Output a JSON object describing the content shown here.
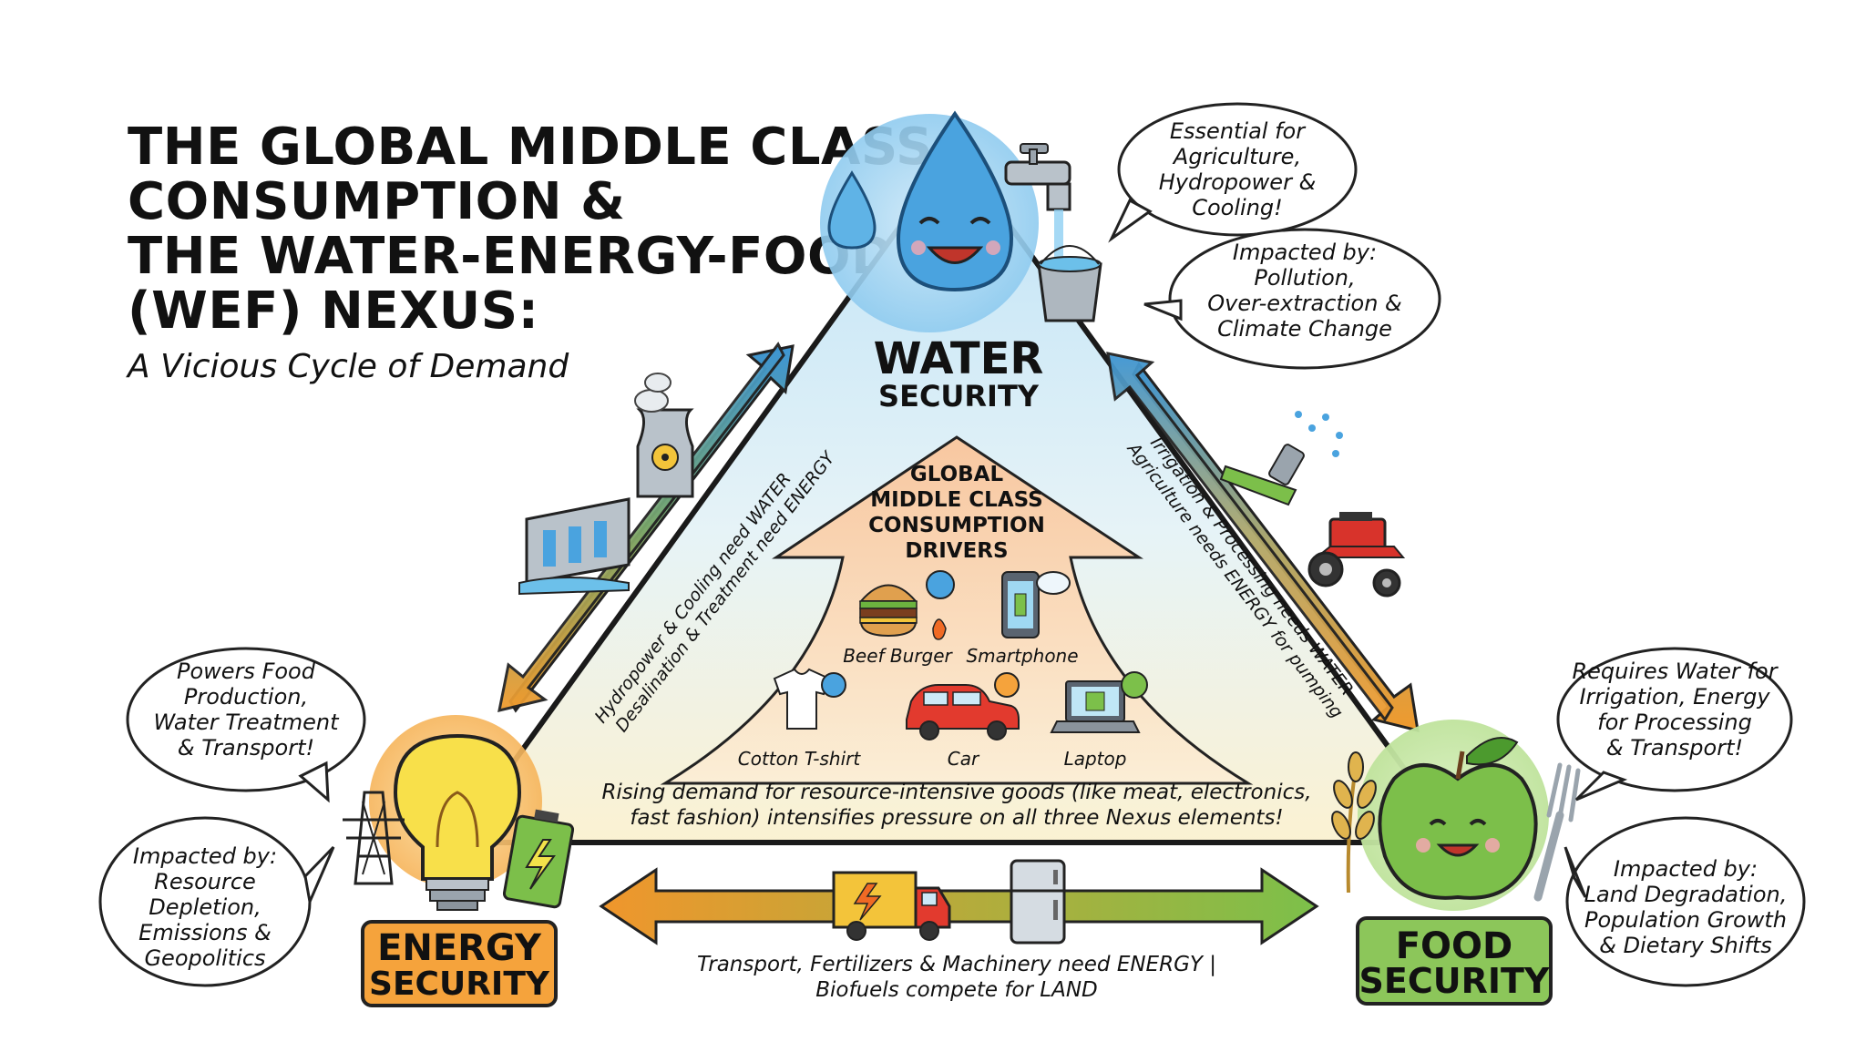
{
  "title": {
    "lines": [
      "THE GLOBAL MIDDLE CLASS",
      "CONSUMPTION &",
      "THE WATER-ENERGY-FOOD",
      "(WEF) NEXUS:"
    ],
    "subtitle": "A Vicious Cycle of Demand"
  },
  "water": {
    "label_line1": "WATER",
    "label_line2": "SECURITY",
    "bubble_essential": [
      "Essential for",
      "Agriculture,",
      "Hydropower &",
      "Cooling!"
    ],
    "bubble_impacted": [
      "Impacted by:",
      "Pollution,",
      "Over-extraction &",
      "Climate Change"
    ]
  },
  "energy": {
    "label_line1": "ENERGY",
    "label_line2": "SECURITY",
    "bubble_powers": [
      "Powers Food",
      "Production,",
      "Water Treatment",
      "& Transport!"
    ],
    "bubble_impacted": [
      "Impacted by:",
      "Resource",
      "Depletion,",
      "Emissions &",
      "Geopolitics"
    ]
  },
  "food": {
    "label_line1": "FOOD",
    "label_line2": "SECURITY",
    "bubble_requires": [
      "Requires Water for",
      "Irrigation, Energy",
      "for Processing",
      "& Transport!"
    ],
    "bubble_impacted": [
      "Impacted by:",
      "Land Degradation,",
      "Population Growth",
      "& Dietary Shifts"
    ]
  },
  "links": {
    "water_energy": [
      "Hydropower & Cooling need WATER",
      "Desalination & Treatment need ENERGY"
    ],
    "water_food": [
      "Irrigation & Processing needs WATER",
      "Agriculture needs ENERGY for pumping"
    ],
    "energy_food": [
      "Transport, Fertilizers & Machinery need ENERGY |",
      "Biofuels compete for LAND"
    ]
  },
  "drivers": {
    "title": [
      "GLOBAL",
      "MIDDLE CLASS",
      "CONSUMPTION",
      "DRIVERS"
    ],
    "items": [
      "Beef Burger",
      "Smartphone",
      "Cotton T-shirt",
      "Car",
      "Laptop"
    ],
    "caption": [
      "Rising demand for resource-intensive goods (like meat, electronics,",
      "fast fashion) intensifies pressure on all three Nexus elements!"
    ]
  },
  "colors": {
    "water": "#4aa3df",
    "energy": "#f0a13c",
    "food": "#7cbf4a",
    "drivers": "#f6c9a6",
    "energy_box": "#f5a33c",
    "food_box": "#8cc65a"
  },
  "icons": [
    "water-drop-icon",
    "faucet-icon",
    "bucket-icon",
    "nuclear-plant-icon",
    "dam-icon",
    "sprinkler-icon",
    "tractor-icon",
    "lightbulb-icon",
    "battery-icon",
    "power-tower-icon",
    "apple-icon",
    "wheat-icon",
    "fork-icon",
    "truck-icon",
    "fridge-icon",
    "burger-icon",
    "smartphone-icon",
    "tshirt-icon",
    "car-icon",
    "laptop-icon"
  ]
}
